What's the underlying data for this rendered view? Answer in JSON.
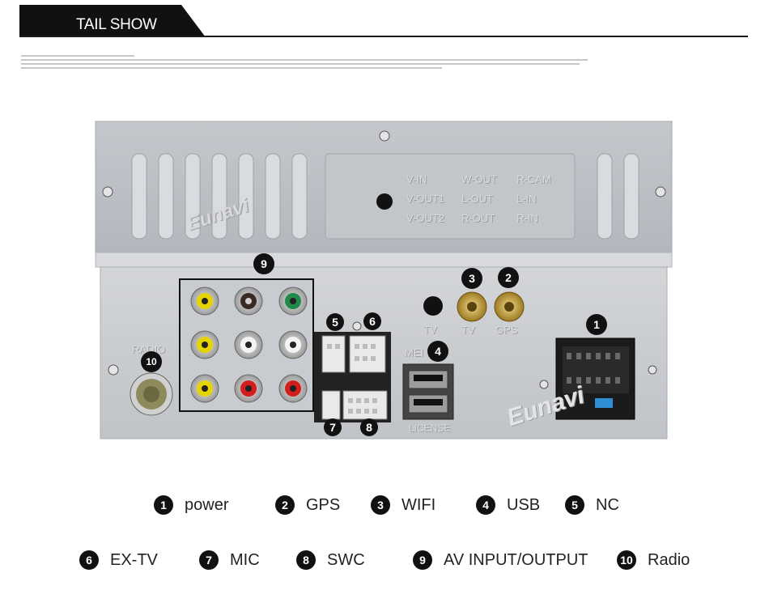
{
  "header": {
    "title": "TAIL SHOW"
  },
  "panel": {
    "top_labels": [
      "V-IN",
      "W-OUT",
      "R-CAM",
      "V-OUT1",
      "L-OUT",
      "L-IN",
      "V-OUT2",
      "R-OUT",
      "R-IN"
    ],
    "watermark": "Eunavi",
    "radio_label": "RADIO",
    "tv_label": "TV",
    "tv2_label": "TV",
    "gps_label": "GPS",
    "mei_label": "MEI",
    "license_label": "LICENSE"
  },
  "callouts": [
    "1",
    "2",
    "3",
    "4",
    "5",
    "6",
    "7",
    "8",
    "9",
    "10"
  ],
  "legend": [
    {
      "num": "1",
      "label": "power"
    },
    {
      "num": "2",
      "label": "GPS"
    },
    {
      "num": "3",
      "label": "WIFI"
    },
    {
      "num": "4",
      "label": "USB"
    },
    {
      "num": "5",
      "label": "NC"
    },
    {
      "num": "6",
      "label": "EX-TV"
    },
    {
      "num": "7",
      "label": "MIC"
    },
    {
      "num": "8",
      "label": "SWC"
    },
    {
      "num": "9",
      "label": "AV INPUT/OUTPUT"
    },
    {
      "num": "10",
      "label": "Radio"
    }
  ],
  "colors": {
    "header_bg": "#111111",
    "panel_light": "#c9ccd0",
    "panel_mid": "#b8bcc1"
  }
}
